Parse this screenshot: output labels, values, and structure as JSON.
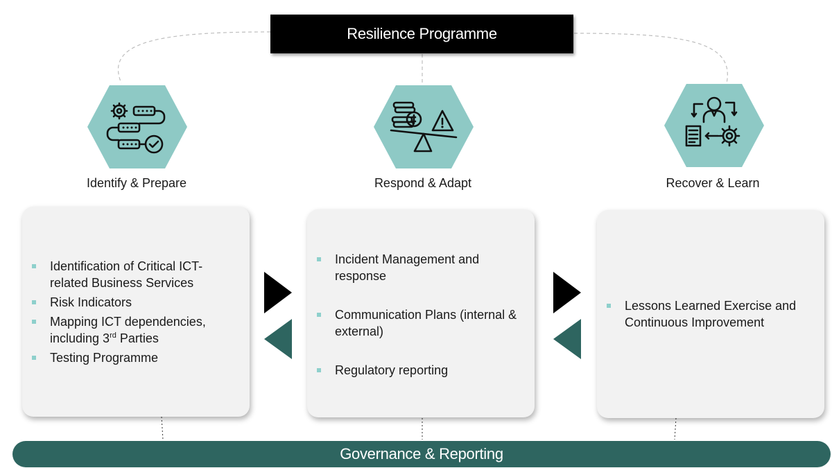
{
  "title": "Resilience Programme",
  "stages": [
    {
      "label": "Identify & Prepare",
      "icon": "workflow-gears-icon",
      "items": [
        "Identification of Critical ICT-related Business Services",
        "Risk Indicators",
        "Mapping ICT dependencies, including 3",
        "Testing Programme"
      ],
      "superscript": "rd",
      "superscript_suffix": " Parties"
    },
    {
      "label": "Respond & Adapt",
      "icon": "balance-risk-icon",
      "items": [
        "Incident Management and response",
        "Communication Plans (internal & external)",
        "Regulatory reporting"
      ]
    },
    {
      "label": "Recover & Learn",
      "icon": "person-document-gear-icon",
      "items": [
        "Lessons Learned Exercise and Continuous Improvement"
      ]
    }
  ],
  "governance": "Governance & Reporting",
  "colors": {
    "hex_fill": "#8ec9c5",
    "arrow_forward": "#000000",
    "arrow_back": "#2e6560",
    "bullet": "#8ed0cc",
    "governance_bar": "#2e6560",
    "card": "#f2f2f2"
  }
}
